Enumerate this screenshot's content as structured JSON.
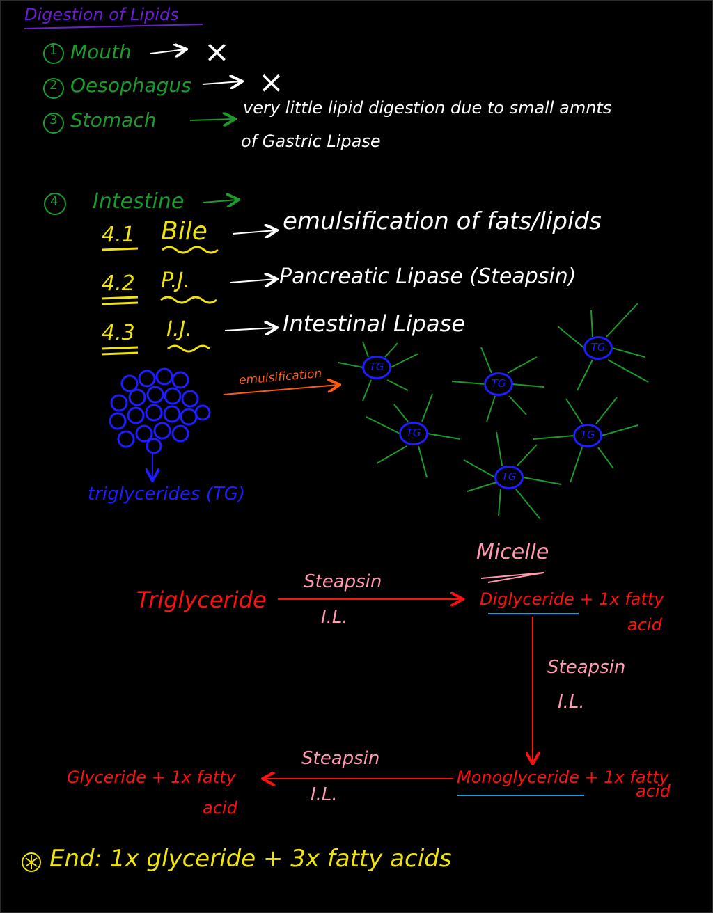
{
  "title": "Digestion of Lipids",
  "organs": [
    {
      "num": "1",
      "name": "Mouth",
      "result": "×"
    },
    {
      "num": "2",
      "name": "Oesophagus",
      "result": "×"
    },
    {
      "num": "3",
      "name": "Stomach",
      "note_line1": "very little lipid digestion due to small amnts",
      "note_line2": "of Gastric Lipase"
    },
    {
      "num": "4",
      "name": "Intestine"
    }
  ],
  "intestine": [
    {
      "num": "4.1",
      "term": "Bile",
      "desc": "emulsification of fats/lipids"
    },
    {
      "num": "4.2",
      "term": "P.J.",
      "desc": "Pancreatic Lipase (Steapsin)"
    },
    {
      "num": "4.3",
      "term": "I.J.",
      "desc": "Intestinal Lipase"
    }
  ],
  "emulsification_label": "emulsification",
  "triglyceride_label": "triglycerides (TG)",
  "tg_label": "TG",
  "micelle_label": "Micelle",
  "reactions": {
    "r1": {
      "from": "Triglyceride",
      "enzyme": "Steapsin",
      "enzyme2": "I.L.",
      "to": "Diglyceride + 1x fatty",
      "to2": "acid"
    },
    "r2": {
      "enzyme": "Steapsin",
      "enzyme2": "I.L.",
      "to": "Monoglyceride + 1x fatty",
      "to2": "acid"
    },
    "r3": {
      "enzyme": "Steapsin",
      "enzyme2": "I.L.",
      "to": "Glyceride + 1x fatty",
      "to2": "acid"
    }
  },
  "end_icon": "asterisk-circle-icon",
  "end_text": "End: 1x glyceride + 3x fatty acids",
  "colors": {
    "title": "#6a1fd0",
    "organs": "#1c9a2c",
    "notes": "#ffffff",
    "intestine_items": "#f0e40a",
    "triglyceride": "#1d1dff",
    "reaction": "#ff1010",
    "enzyme": "#ff9ab0",
    "emulsification_arrow": "#ff5a10",
    "underline": "#1a9ee0"
  }
}
